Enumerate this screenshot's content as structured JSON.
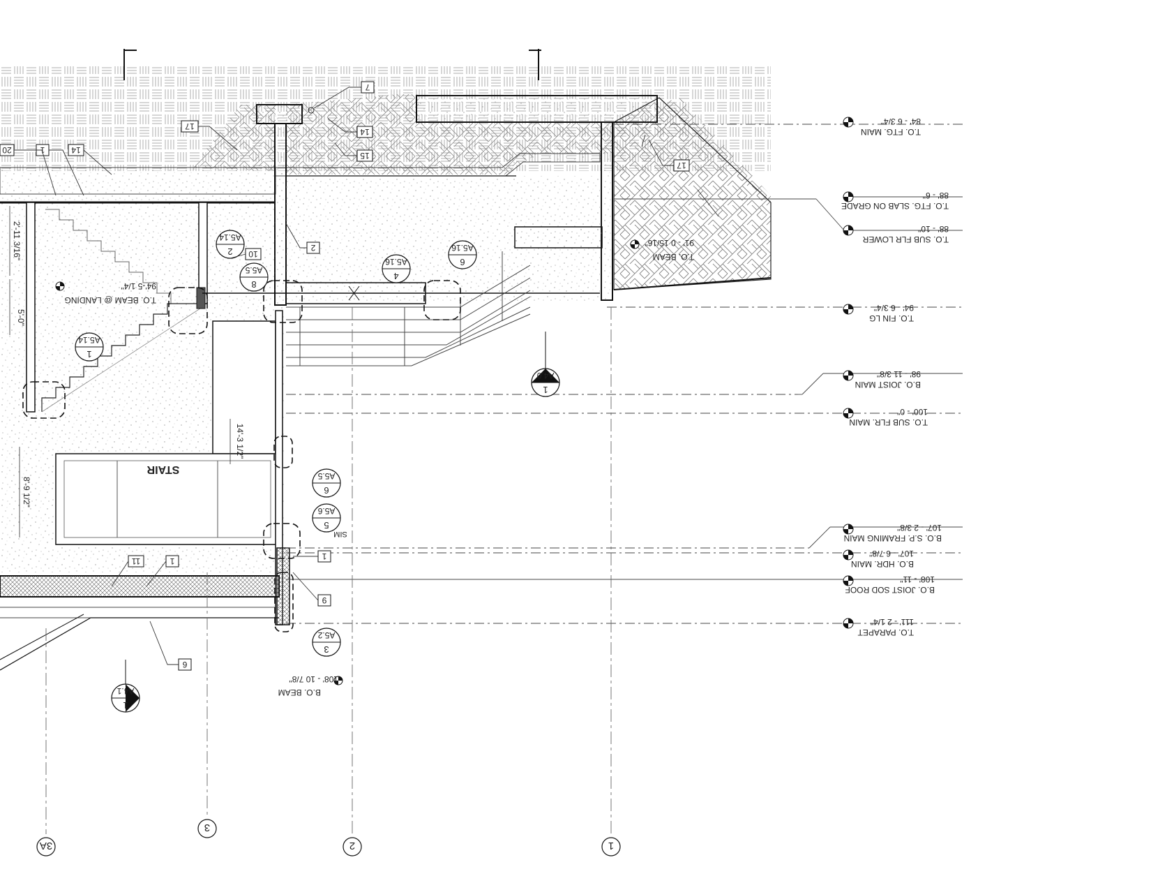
{
  "sheet": {
    "description": "Building section drawing (upside-down orientation)"
  },
  "grid_lines": [
    {
      "id": "grid-3A",
      "label": "3A"
    },
    {
      "id": "grid-3",
      "label": "3"
    },
    {
      "id": "grid-2",
      "label": "2"
    },
    {
      "id": "grid-1",
      "label": "1"
    }
  ],
  "levels": [
    {
      "name": "T.O. FTG. MAIN",
      "elev": "84' - 6 3/4\""
    },
    {
      "name": "T.O. FTG. SLAB ON GRADE",
      "elev": "88' - 6\""
    },
    {
      "name": "T.O. SUB FLR LOWER",
      "elev": "88' - 10\""
    },
    {
      "name": "T.O. FIN LG",
      "elev": "94' - 6 3/4\""
    },
    {
      "name": "B.O. JOIST MAIN",
      "elev": "98' - 11 3/8\""
    },
    {
      "name": "T.O. SUB FLR. MAIN",
      "elev": "100' - 0\""
    },
    {
      "name": "B.O. S.P. FRAMING MAIN",
      "elev": "107' - 2 3/8\""
    },
    {
      "name": "B.O. HDR. MAIN",
      "elev": "107' - 6 7/8\""
    },
    {
      "name": "B.O. JOIST SOD ROOF",
      "elev": "108' - 11\""
    },
    {
      "name": "T.O. PARAPET",
      "elev": "111' - 2 1/4\""
    }
  ],
  "spot_elevations": [
    {
      "name": "T.O. BEAM",
      "elev": "91' - 0 15/16\""
    },
    {
      "name": "T.O. BEAM @ LANDING",
      "elev": "94'-5 1/4\""
    },
    {
      "name": "B.O. BEAM",
      "elev": "108' - 10 7/8\""
    }
  ],
  "detail_callouts": [
    {
      "num": "2",
      "sheet": "A5.14"
    },
    {
      "num": "8",
      "sheet": "A5.5"
    },
    {
      "num": "4",
      "sheet": "A5.16"
    },
    {
      "num": "6",
      "sheet": "A5.16"
    },
    {
      "num": "1",
      "sheet": "A5.14"
    },
    {
      "num": "6",
      "sheet": "A5.5"
    },
    {
      "num": "5",
      "sheet": "A5.6"
    },
    {
      "num": "3",
      "sheet": "A5.2"
    }
  ],
  "section_markers": [
    {
      "num": "1",
      "sheet": "A4.0"
    },
    {
      "num": "1",
      "sheet": "A4.1"
    }
  ],
  "keynotes": [
    "7",
    "17",
    "14",
    "15",
    "20",
    "1",
    "14",
    "17",
    "2",
    "10",
    "11",
    "1",
    "1",
    "9",
    "6"
  ],
  "dimensions": [
    "2'-11 3/16\"",
    "5'-0\"",
    "14'-3 1/2\"",
    "8'-9 1/2\""
  ],
  "labels": {
    "stair": "STAIR",
    "sim": "SIM"
  }
}
